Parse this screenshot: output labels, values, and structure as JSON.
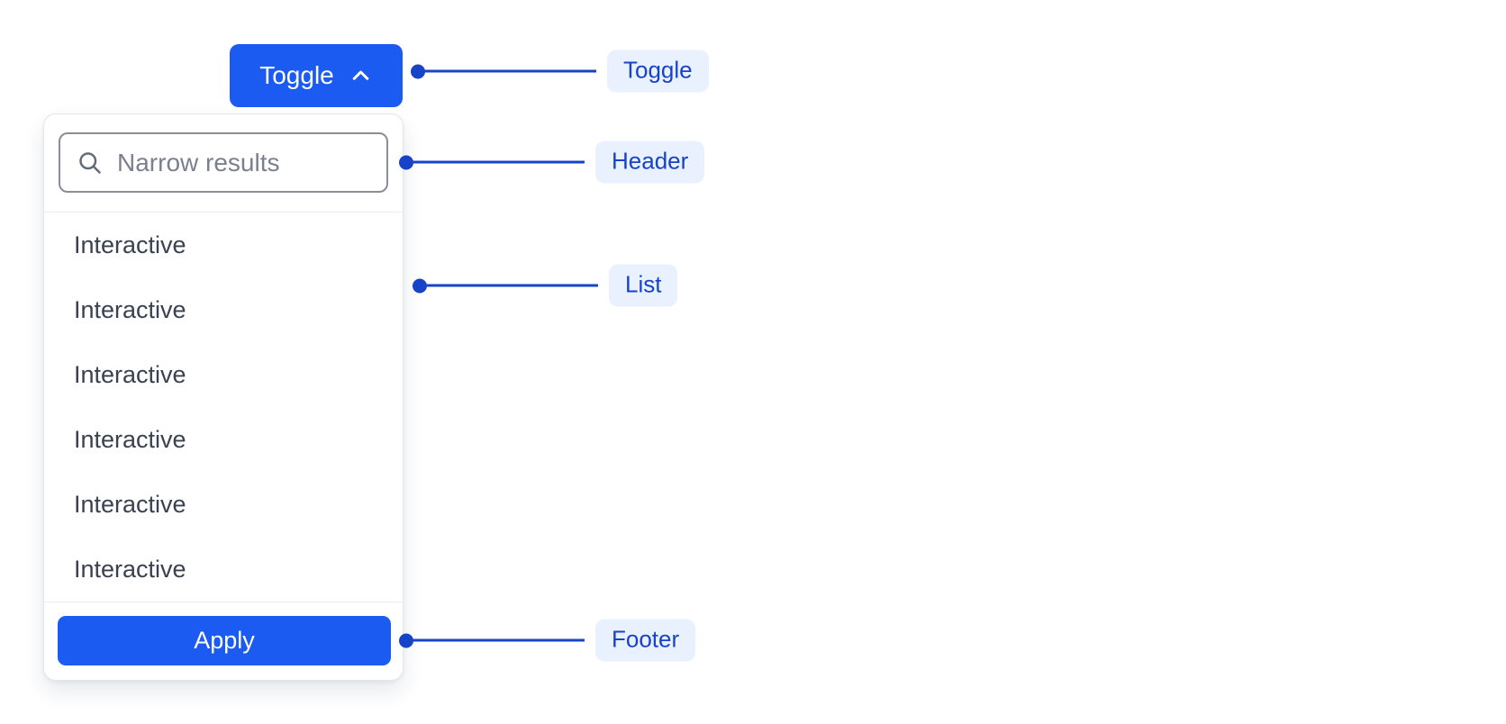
{
  "toggle_button": {
    "label": "Toggle",
    "icon": "chevron-up-icon"
  },
  "dropdown": {
    "header": {
      "icon": "search-icon",
      "search_placeholder": "Narrow results",
      "search_value": ""
    },
    "items": [
      "Interactive",
      "Interactive",
      "Interactive",
      "Interactive",
      "Interactive",
      "Interactive"
    ],
    "footer": {
      "apply_label": "Apply"
    }
  },
  "annotations": [
    {
      "points_to": "toggle",
      "label": "Toggle"
    },
    {
      "points_to": "header",
      "label": "Header"
    },
    {
      "points_to": "list",
      "label": "List"
    },
    {
      "points_to": "footer",
      "label": "Footer"
    }
  ],
  "colors": {
    "primary_blue": "#1B5BF2",
    "annotation_blue": "#1743C9",
    "pill_bg": "#EAF1FE",
    "panel_border": "#E4E6EA",
    "divider": "#EBECEF",
    "input_border": "#8A8E99",
    "placeholder": "#7B8090",
    "item_text": "#3A4150"
  }
}
